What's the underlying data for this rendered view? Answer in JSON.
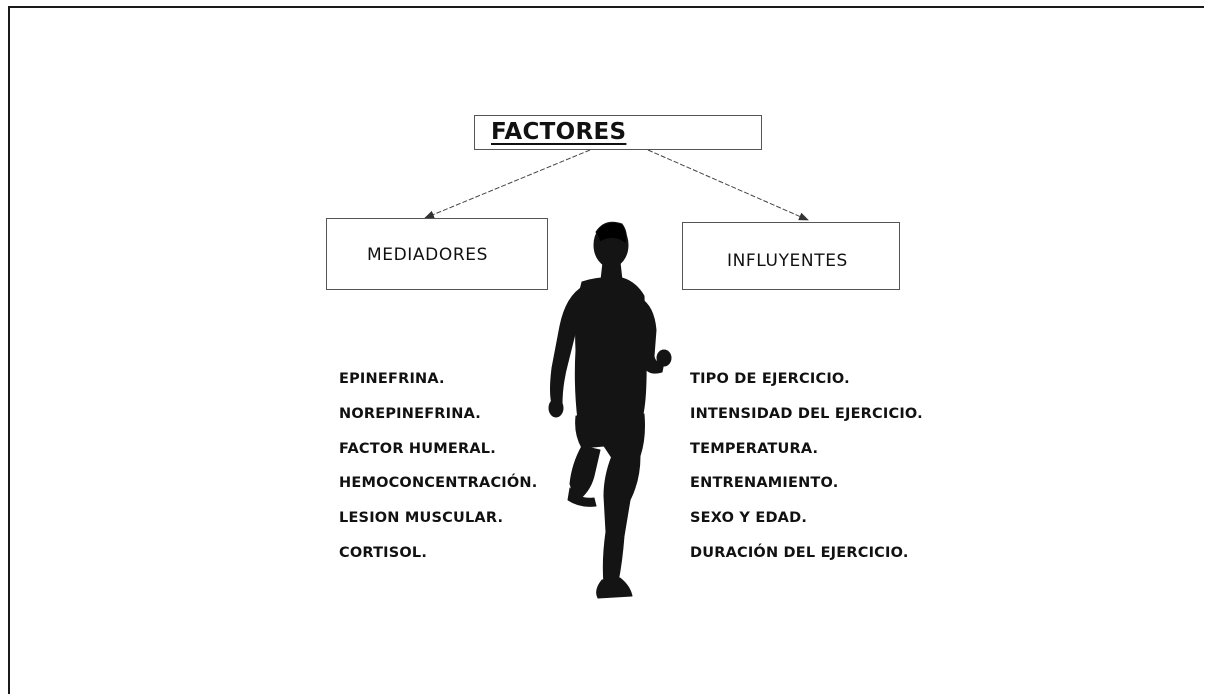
{
  "diagram": {
    "root": {
      "label": "FACTORES"
    },
    "branches": [
      {
        "label": "MEDIADORES",
        "items": [
          "EPINEFRINA.",
          "NOREPINEFRINA.",
          "FACTOR HUMERAL.",
          "HEMOCONCENTRACIÓN.",
          "LESION MUSCULAR.",
          "CORTISOL."
        ]
      },
      {
        "label": "INFLUYENTES",
        "items": [
          "TIPO DE EJERCICIO.",
          "INTENSIDAD DEL EJERCICIO.",
          "TEMPERATURA.",
          "ENTRENAMIENTO.",
          "SEXO Y EDAD.",
          "DURACIÓN DEL EJERCICIO."
        ]
      }
    ],
    "illustration": "runner-figure"
  }
}
